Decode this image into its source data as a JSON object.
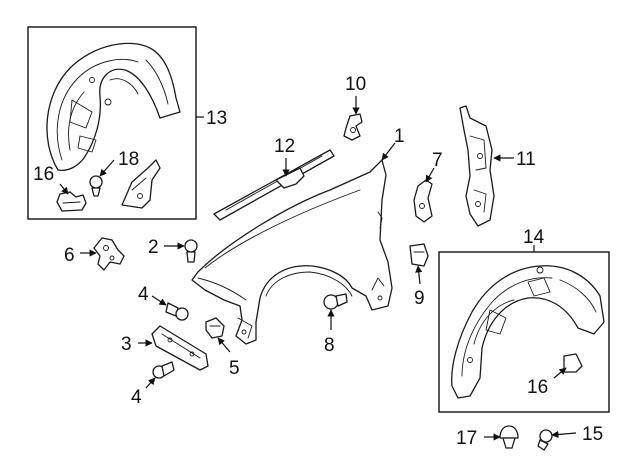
{
  "callouts": {
    "c1": "1",
    "c2": "2",
    "c3": "3",
    "c4a": "4",
    "c4b": "4",
    "c5": "5",
    "c6": "6",
    "c7": "7",
    "c8": "8",
    "c9": "9",
    "c10": "10",
    "c11": "11",
    "c12": "12",
    "c13": "13",
    "c14": "14",
    "c15": "15",
    "c16a": "16",
    "c16b": "16",
    "c17": "17",
    "c18": "18"
  },
  "colors": {
    "line": "#1a1a1a",
    "background": "#ffffff"
  }
}
